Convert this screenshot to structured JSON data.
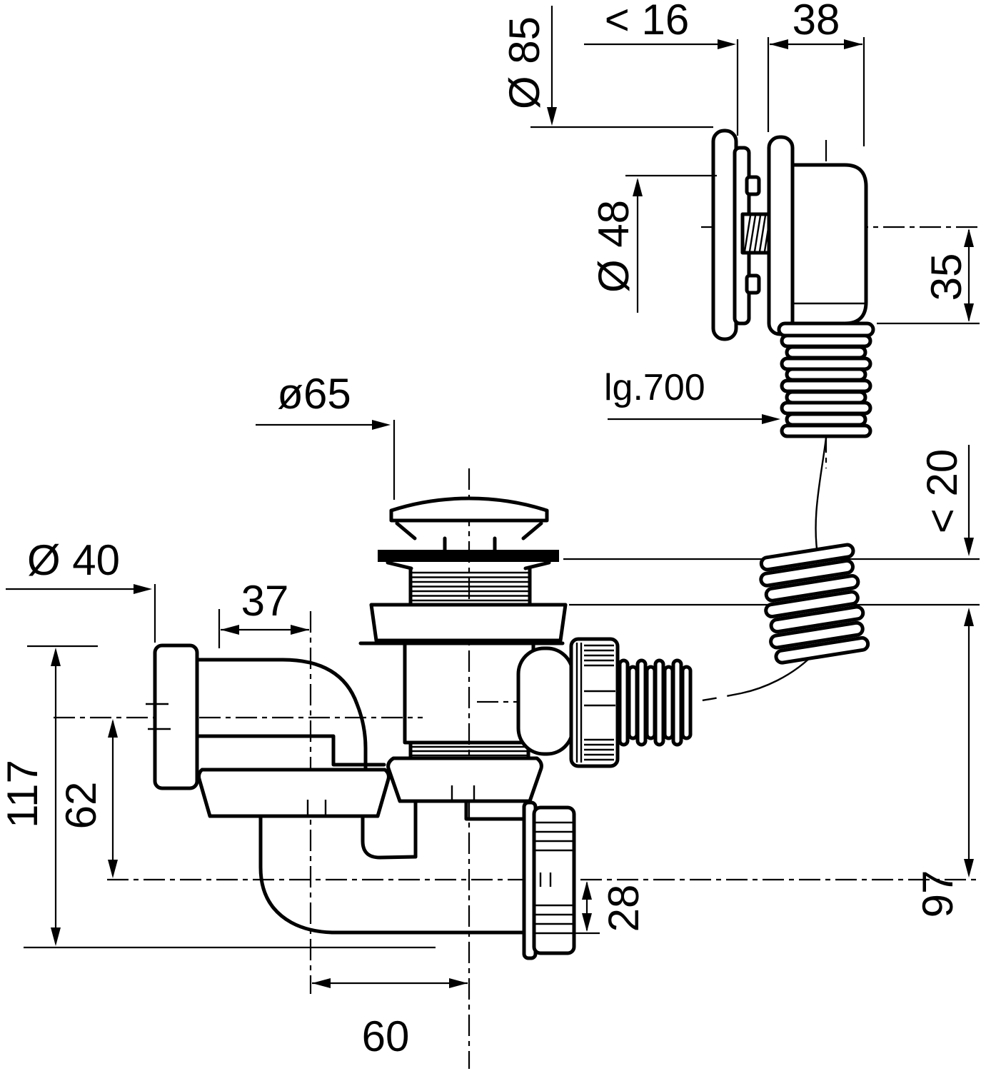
{
  "drawing": {
    "kind": "bathtub waste and overflow fitting - dimensional line drawing",
    "colors": {
      "line": "#000000",
      "background": "#ffffff"
    }
  },
  "labels": {
    "d16": "< 16",
    "d38": "38",
    "d85": "Ø 85",
    "d48": "Ø 48",
    "d35": "35",
    "lg700": "lg.700",
    "d20": "< 20",
    "d97": "97",
    "d65": "ø65",
    "d40": "Ø 40",
    "d37": "37",
    "d117": "117",
    "d62": "62",
    "d60": "60",
    "d28": "28"
  }
}
